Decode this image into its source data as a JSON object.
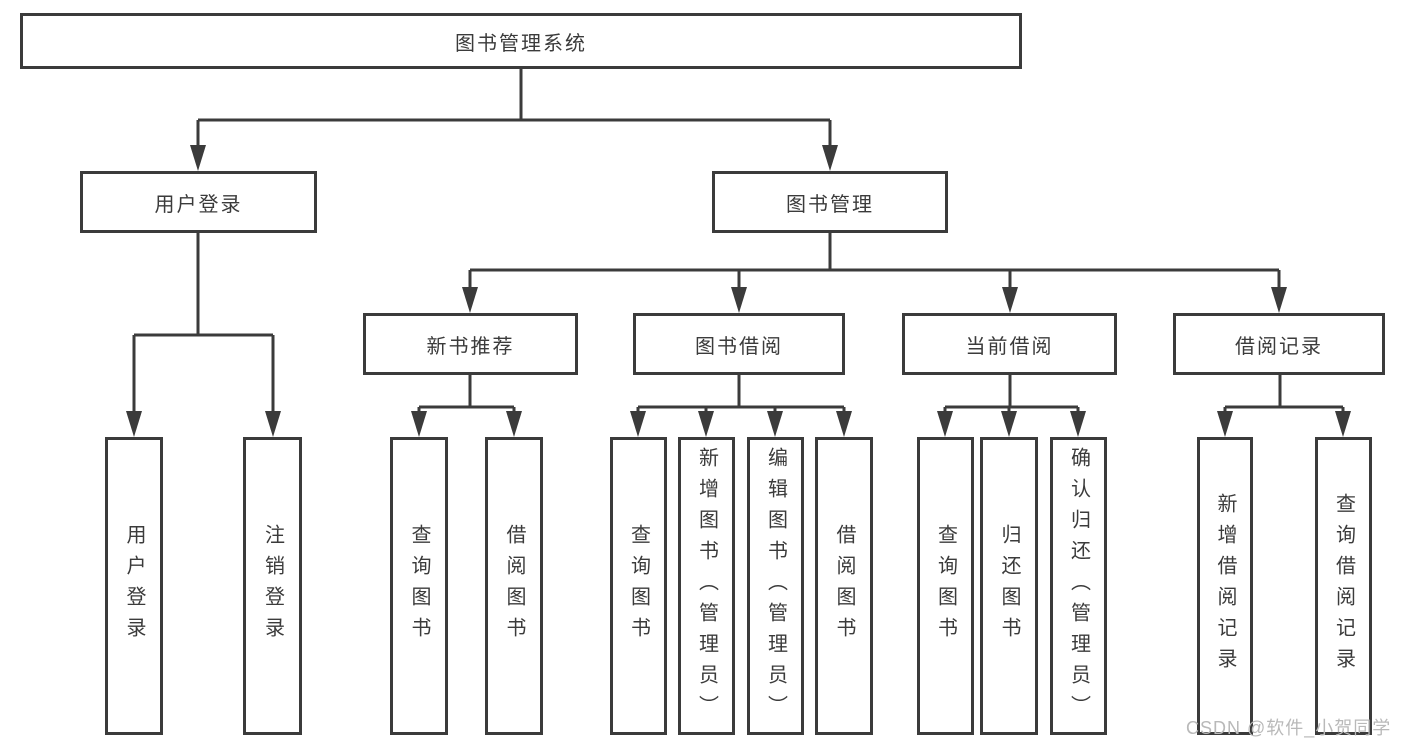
{
  "diagram": {
    "root": {
      "label": "图书管理系统"
    },
    "branches": [
      {
        "label": "用户登录",
        "children": [
          {
            "label": "用户登录"
          },
          {
            "label": "注销登录"
          }
        ]
      },
      {
        "label": "图书管理",
        "children": [
          {
            "label": "新书推荐",
            "children": [
              {
                "label": "查询图书"
              },
              {
                "label": "借阅图书"
              }
            ]
          },
          {
            "label": "图书借阅",
            "children": [
              {
                "label": "查询图书"
              },
              {
                "label": "新增图书（管理员）"
              },
              {
                "label": "编辑图书（管理员）"
              },
              {
                "label": "借阅图书"
              }
            ]
          },
          {
            "label": "当前借阅",
            "children": [
              {
                "label": "查询图书"
              },
              {
                "label": "归还图书"
              },
              {
                "label": "确认归还（管理员）"
              }
            ]
          },
          {
            "label": "借阅记录",
            "children": [
              {
                "label": "新增借阅记录"
              },
              {
                "label": "查询借阅记录"
              }
            ]
          }
        ]
      }
    ],
    "watermark": "CSDN @软件_小贺同学",
    "colors": {
      "line": "#3b3b3b",
      "text": "#3b3b3b",
      "box_background": "#ffffff",
      "watermark": "#b9b9b9",
      "background": "#ffffff"
    }
  }
}
